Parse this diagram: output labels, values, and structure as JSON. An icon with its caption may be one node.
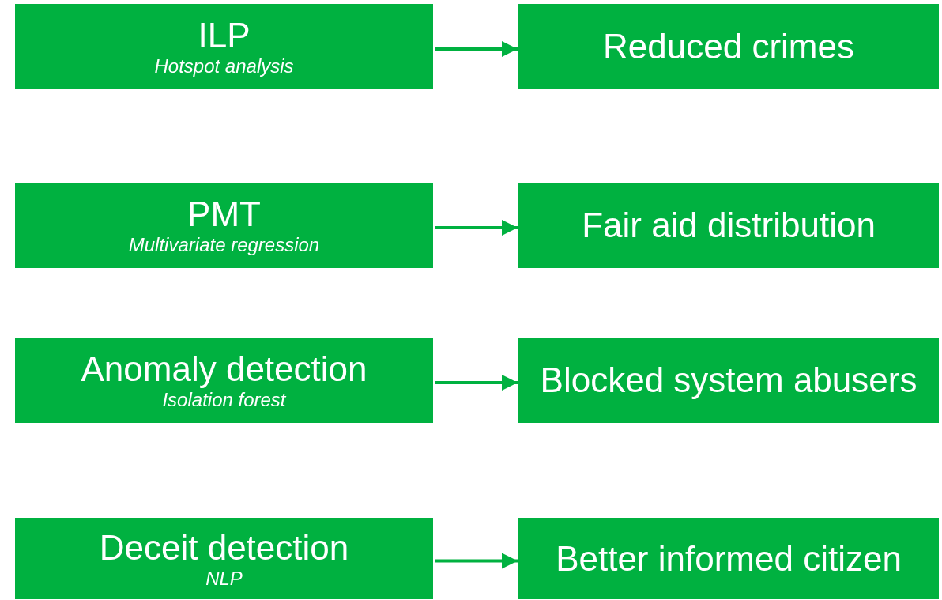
{
  "diagram": {
    "nodes": [
      {
        "text": [
          "ILP",
          "Hotspot analysis"
        ]
      },
      {
        "text": [
          "Reduced crimes"
        ]
      },
      {
        "text": [
          "PMT",
          "Multivariate regression"
        ]
      },
      {
        "text": [
          "Fair aid distribution"
        ]
      },
      {
        "text": [
          "Anomaly detection",
          "Isolation forest"
        ]
      },
      {
        "text": [
          "Blocked system abusers"
        ]
      },
      {
        "text": [
          "Deceit detection",
          "NLP"
        ]
      },
      {
        "text": [
          "Better informed citizen"
        ]
      }
    ],
    "edges": [
      {
        "from": 0,
        "to": 1,
        "arrow": "to"
      },
      {
        "from": 2,
        "to": 3,
        "arrow": "to"
      },
      {
        "from": 4,
        "to": 5,
        "arrow": "to"
      },
      {
        "from": 6,
        "to": 7,
        "arrow": "to"
      }
    ]
  }
}
